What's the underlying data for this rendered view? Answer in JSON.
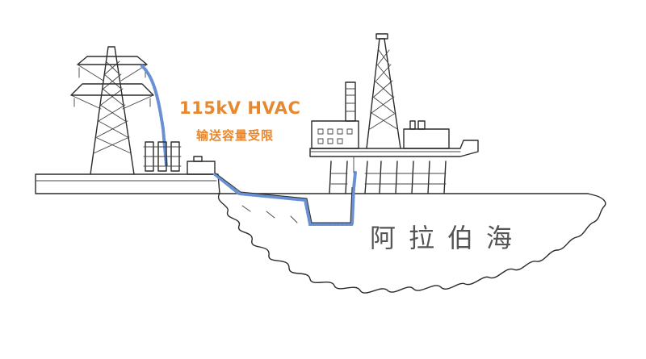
{
  "labels": {
    "link_title": "115kV HVAC",
    "link_note": "输送容量受限",
    "sea_name": "阿拉伯海"
  },
  "colors": {
    "label_orange": "#e8882e",
    "cable_blue": "#6a90d4",
    "ink": "#2b2b2b"
  }
}
